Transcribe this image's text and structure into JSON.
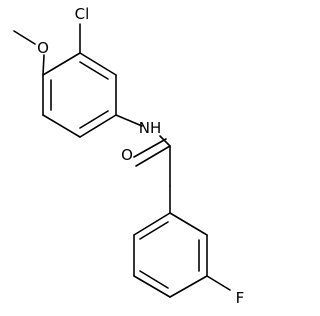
{
  "molecule": {
    "atom_labels": {
      "chlorine": "Cl",
      "methoxy_oxygen": "O",
      "amide_nitrogen": "NH",
      "carbonyl_oxygen": "O",
      "fluorine": "F"
    }
  }
}
